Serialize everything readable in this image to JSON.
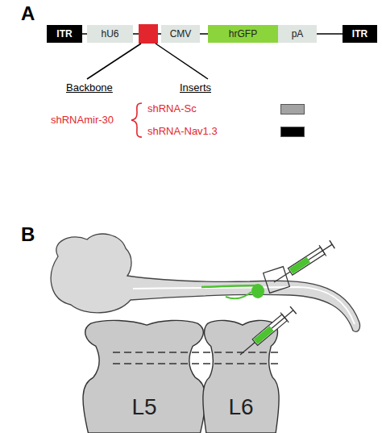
{
  "diagram": {
    "nodes": [
      {
        "text": [
          "ITR"
        ]
      },
      {
        "text": [
          "hU6"
        ]
      },
      {
        "text": [
          "CMV"
        ]
      },
      {
        "text": [
          "hrGFP"
        ]
      },
      {
        "text": [
          "pA"
        ]
      },
      {
        "text": [
          "ITR"
        ]
      },
      {
        "text": [
          "L5"
        ]
      },
      {
        "text": [
          "L6"
        ]
      }
    ],
    "labels": [
      "A",
      "Backbone",
      "Inserts",
      "shRNAmir-30",
      "B"
    ],
    "legend": [
      {
        "text": "shRNA-Sc",
        "color": "#a3a3a3"
      },
      {
        "text": "shRNA-Nav1.3",
        "color": "#000000"
      }
    ]
  }
}
